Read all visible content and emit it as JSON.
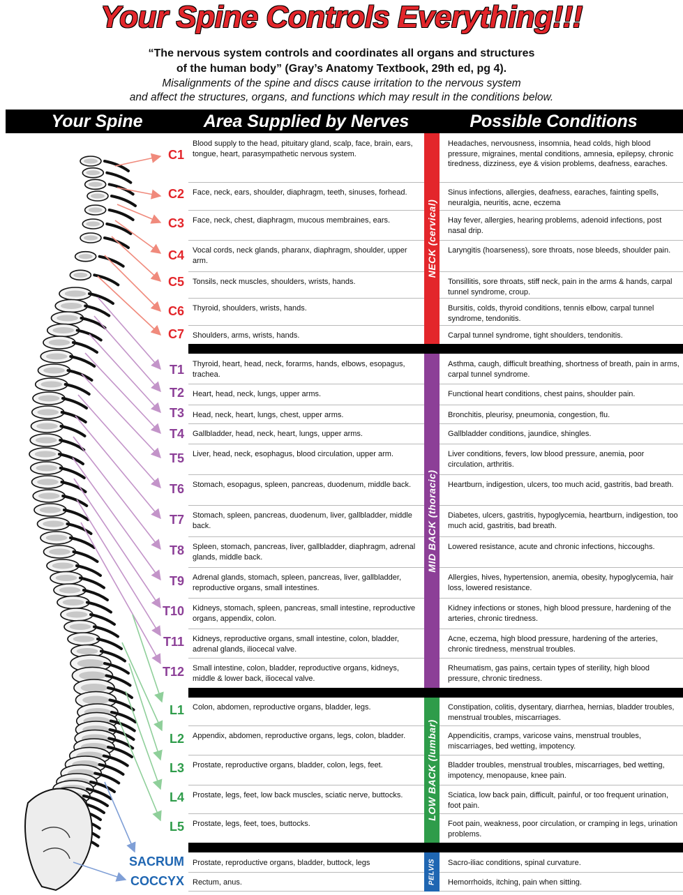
{
  "title": "Your Spine Controls Everything!!!",
  "quote_line1": "“The nervous system controls and coordinates all organs and structures",
  "quote_line2": "of the human body” (Gray’s Anatomy Textbook, 29th ed, pg 4).",
  "sub_line1": "Misalignments of the spine and discs cause irritation to the nervous system",
  "sub_line2": "and affect the structures, organs, and functions which may result in the conditions below.",
  "headers": {
    "spine": "Your Spine",
    "area": "Area Supplied by Nerves",
    "conditions": "Possible Conditions"
  },
  "colors": {
    "neck": "#e3262b",
    "mid": "#8c3f97",
    "low": "#2e9c4a",
    "pelvis": "#1f66b2"
  },
  "regions": {
    "neck": "NECK (cervical)",
    "mid": "MID BACK (thoracic)",
    "low": "LOW BACK (lumbar)",
    "pelvis": "PELVIS"
  },
  "rows": [
    {
      "level": "C1",
      "area": "Blood supply to the head, pituitary gland, scalp, face, brain, ears, tongue, heart, parasympathetic nervous system.",
      "conditions": "Headaches, nervousness, insomnia, head colds, high blood pressure, migraines, mental conditions, amnesia, epilepsy, chronic tiredness, dizziness, eye & vision problems, deafness, earaches."
    },
    {
      "level": "C2",
      "area": "Face, neck, ears, shoulder, diaphragm, teeth, sinuses, forhead.",
      "conditions": "Sinus infections, allergies, deafness, earaches, fainting spells, neuralgia, neuritis, acne, eczema"
    },
    {
      "level": "C3",
      "area": "Face, neck, chest, diaphragm, mucous membraines, ears.",
      "conditions": "Hay fever, allergies, hearing problems, adenoid infections, post nasal drip."
    },
    {
      "level": "C4",
      "area": "Vocal cords, neck glands, pharanx, diaphragm, shoulder, upper arm.",
      "conditions": "Laryngitis (hoarseness), sore throats, nose bleeds, shoulder pain."
    },
    {
      "level": "C5",
      "area": "Tonsils, neck muscles, shoulders, wrists, hands.",
      "conditions": "Tonsillitis, sore throats, stiff neck, pain in the arms & hands, carpal tunnel syndrome, croup."
    },
    {
      "level": "C6",
      "area": "Thyroid, shoulders, wrists, hands.",
      "conditions": "Bursitis, colds, thyroid conditions, tennis elbow, carpal tunnel syndrome, tendonitis."
    },
    {
      "level": "C7",
      "area": "Shoulders, arms, wrists, hands.",
      "conditions": "Carpal tunnel syndrome, tight shoulders, tendonitis."
    },
    {
      "level": "T1",
      "area": "Thyroid, heart, head, neck, forarms, hands, elbows, esopagus, trachea.",
      "conditions": "Asthma, caugh, difficult breathing, shortness of breath, pain in arms, carpal tunnel syndrome."
    },
    {
      "level": "T2",
      "area": "Heart, head, neck, lungs, upper arms.",
      "conditions": "Functional heart conditions, chest pains, shoulder pain."
    },
    {
      "level": "T3",
      "area": "Head, neck, heart, lungs, chest, upper arms.",
      "conditions": "Bronchitis, pleurisy, pneumonia, congestion, flu."
    },
    {
      "level": "T4",
      "area": "Gallbladder, head, neck, heart, lungs, upper arms.",
      "conditions": "Gallbladder conditions, jaundice, shingles."
    },
    {
      "level": "T5",
      "area": "Liver, head, neck, esophagus, blood circulation, upper arm.",
      "conditions": "Liver conditions, fevers, low blood pressure, anemia, poor circulation, arthritis."
    },
    {
      "level": "T6",
      "area": "Stomach, esopagus, spleen, pancreas, duodenum, middle back.",
      "conditions": "Heartburn, indigestion, ulcers, too much acid, gastritis, bad breath."
    },
    {
      "level": "T7",
      "area": "Stomach, spleen, pancreas, duodenum, liver, gallbladder, middle back.",
      "conditions": "Diabetes, ulcers, gastritis, hypoglycemia, heartburn, indigestion, too much acid, gastritis, bad breath."
    },
    {
      "level": "T8",
      "area": "Spleen, stomach, pancreas, liver, gallbladder, diaphragm, adrenal glands, middle back.",
      "conditions": "Lowered resistance, acute and chronic infections, hiccoughs."
    },
    {
      "level": "T9",
      "area": "Adrenal glands, stomach, spleen, pancreas, liver, gallbladder, reproductive organs, small intestines.",
      "conditions": "Allergies, hives, hypertension, anemia, obesity, hypoglycemia, hair loss, lowered resistance."
    },
    {
      "level": "T10",
      "area": "Kidneys, stomach, spleen, pancreas, small intestine, reproductive organs, appendix, colon.",
      "conditions": "Kidney infections or stones, high blood pressure, hardening of the arteries, chronic tiredness."
    },
    {
      "level": "T11",
      "area": "Kidneys, reproductive organs, small intestine, colon, bladder, adrenal glands, iliocecal valve.",
      "conditions": "Acne, eczema, high blood pressure, hardening of the arteries, chronic tiredness, menstrual troubles."
    },
    {
      "level": "T12",
      "area": "Small intestine, colon, bladder, reproductive organs, kidneys, middle & lower back, iliocecal valve.",
      "conditions": "Rheumatism, gas pains, certain types of sterility, high blood pressure, chronic tiredness."
    },
    {
      "level": "L1",
      "area": "Colon, abdomen, reproductive organs, bladder, legs.",
      "conditions": "Constipation, colitis, dysentary, diarrhea, hernias, bladder troubles, menstrual troubles, miscarriages."
    },
    {
      "level": "L2",
      "area": "Appendix, abdomen, reproductive organs, legs, colon, bladder.",
      "conditions": "Appendicitis, cramps, varicose vains, menstrual troubles, miscarriages, bed wetting, impotency."
    },
    {
      "level": "L3",
      "area": "Prostate, reproductive organs, bladder, colon, legs, feet.",
      "conditions": "Bladder troubles, menstrual troubles, miscarriages, bed wetting, impotency, menopause, knee pain."
    },
    {
      "level": "L4",
      "area": "Prostate, legs, feet, low back muscles, sciatic nerve, buttocks.",
      "conditions": "Sciatica, low back pain, difficult, painful, or too frequent urination, foot pain."
    },
    {
      "level": "L5",
      "area": "Prostate, legs, feet, toes, buttocks.",
      "conditions": "Foot pain, weakness, poor circulation, or cramping in legs, urination problems."
    },
    {
      "level": "SACRUM",
      "area": "Prostate, reproductive organs, bladder, buttock, legs",
      "conditions": "Sacro-iliac conditions, spinal curvature."
    },
    {
      "level": "COCCYX",
      "area": "Rectum, anus.",
      "conditions": "Hemorrhoids, itching, pain when sitting."
    }
  ]
}
